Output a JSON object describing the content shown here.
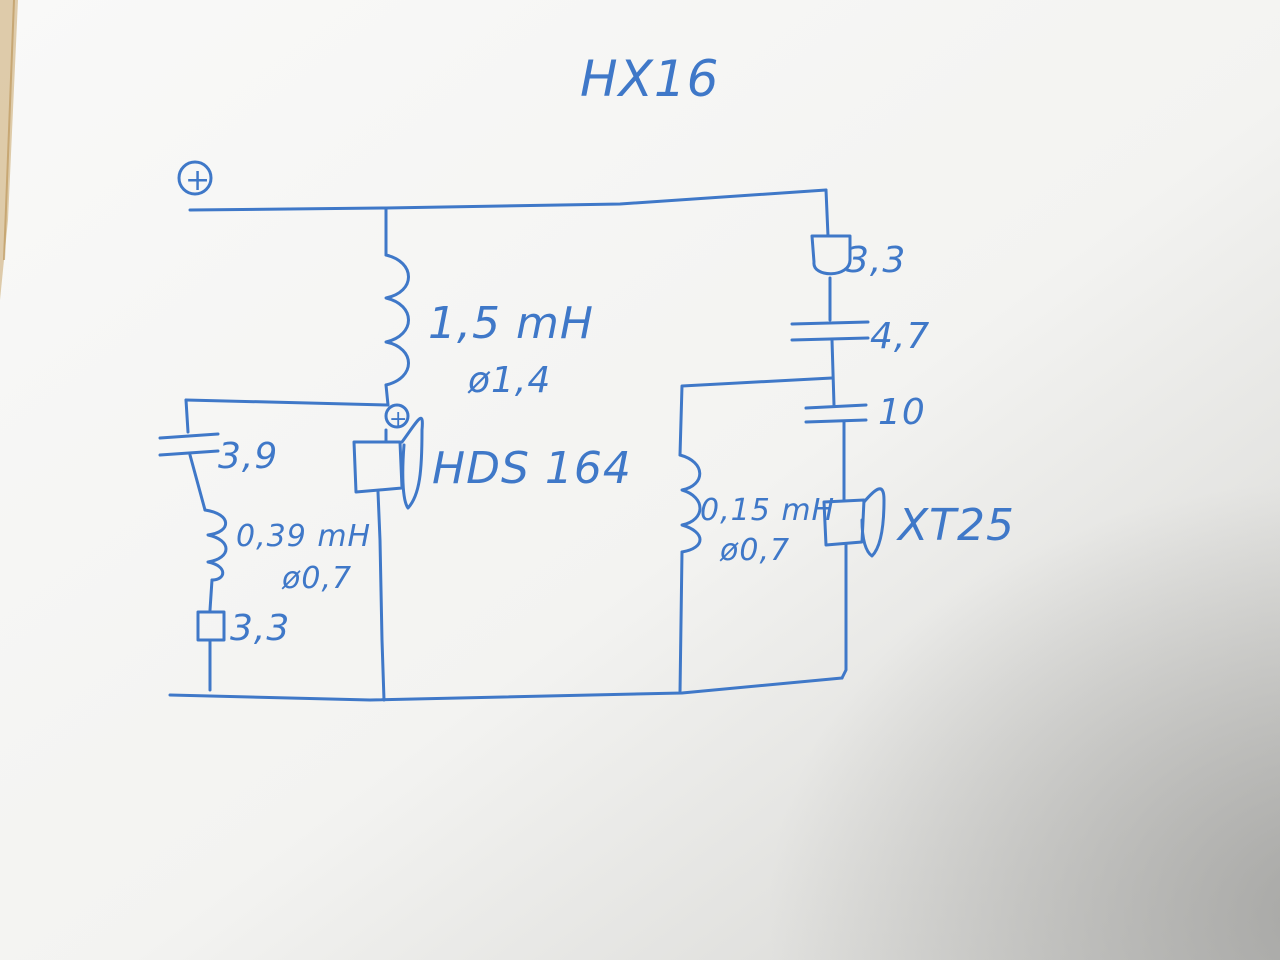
{
  "title": "HX16",
  "plus_symbol": "+",
  "main_inductor": {
    "value": "1,5 mH",
    "wire": "ø1,4"
  },
  "woofer": {
    "name": "HDS 164",
    "polarity": "+"
  },
  "zobel": {
    "capacitor": "3,9",
    "inductor": "0,39 mH",
    "inductor_wire": "ø0,7",
    "resistor": "3,3"
  },
  "tweeter_branch": {
    "resistor": "3,3",
    "capacitor_1": "4,7",
    "capacitor_2": "10",
    "inductor": "0,15 mH",
    "inductor_wire": "ø0,7",
    "tweeter": "XT25"
  },
  "colors": {
    "ink": "#3f78c8",
    "paper": "#f6f6f4"
  }
}
